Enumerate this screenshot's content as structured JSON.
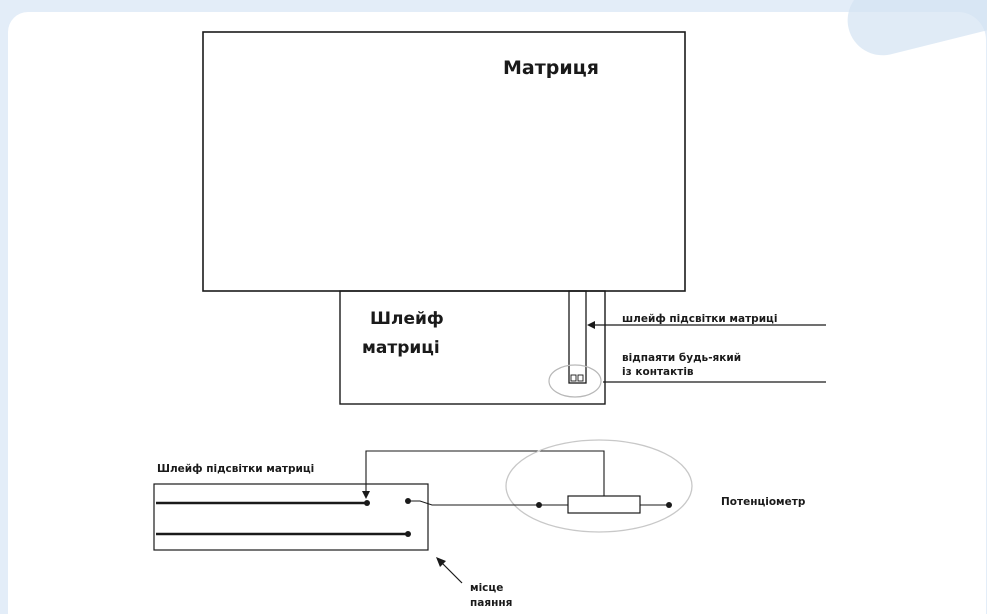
{
  "diagram": {
    "matrix_label": "Матриця",
    "cable_label_line1": "Шлейф",
    "cable_label_line2": "матриці",
    "backlight_cable_label": "шлейф підсвітки матриці",
    "desolder_note_line1": "відпаяти будь-який",
    "desolder_note_line2": "із контактів",
    "lower_cable_label": "Шлейф підсвітки матриці",
    "potentiometer_label": "Потенціометр",
    "solder_point_line1": "місце",
    "solder_point_line2": "паяння"
  },
  "colors": {
    "background": "#e3edf8",
    "card": "#ffffff",
    "line": "#1a1a1a",
    "circle": "#c8c8c8"
  }
}
